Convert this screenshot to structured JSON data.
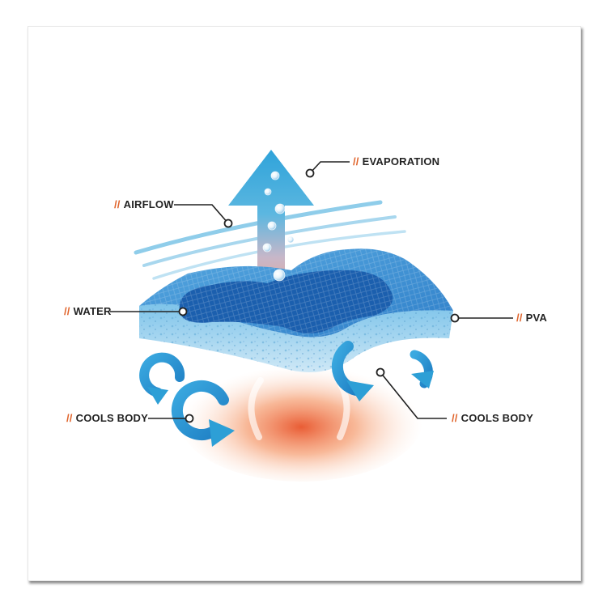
{
  "labels": {
    "prefix": "//",
    "evaporation": "EVAPORATION",
    "airflow": "AIRFLOW",
    "water": "WATER",
    "pva": "PVA",
    "cools_body_left": "COOLS BODY",
    "cools_body_right": "COOLS BODY"
  },
  "colors": {
    "accent": "#e0632a",
    "label_text": "#222222",
    "arrow_blue": "#2d9fd6",
    "pad_blue": "#2f86cf",
    "water_blue": "#1b5fae",
    "heat": "#ee7a4a"
  },
  "icons": {
    "circular_arrows": "curved-arrow-icon",
    "bubbles": "bubble-icon"
  }
}
